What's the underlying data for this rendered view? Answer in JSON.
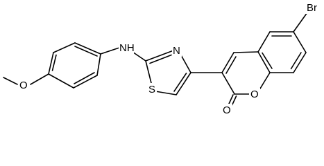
{
  "molecule": {
    "atom_labels": {
      "bromine": "Br",
      "amine": "NH",
      "thiazole_nitrogen": "N",
      "thiazole_sulfur": "S",
      "ring_oxygen": "O",
      "carbonyl_oxygen": "O",
      "methoxy_oxygen": "O"
    }
  }
}
